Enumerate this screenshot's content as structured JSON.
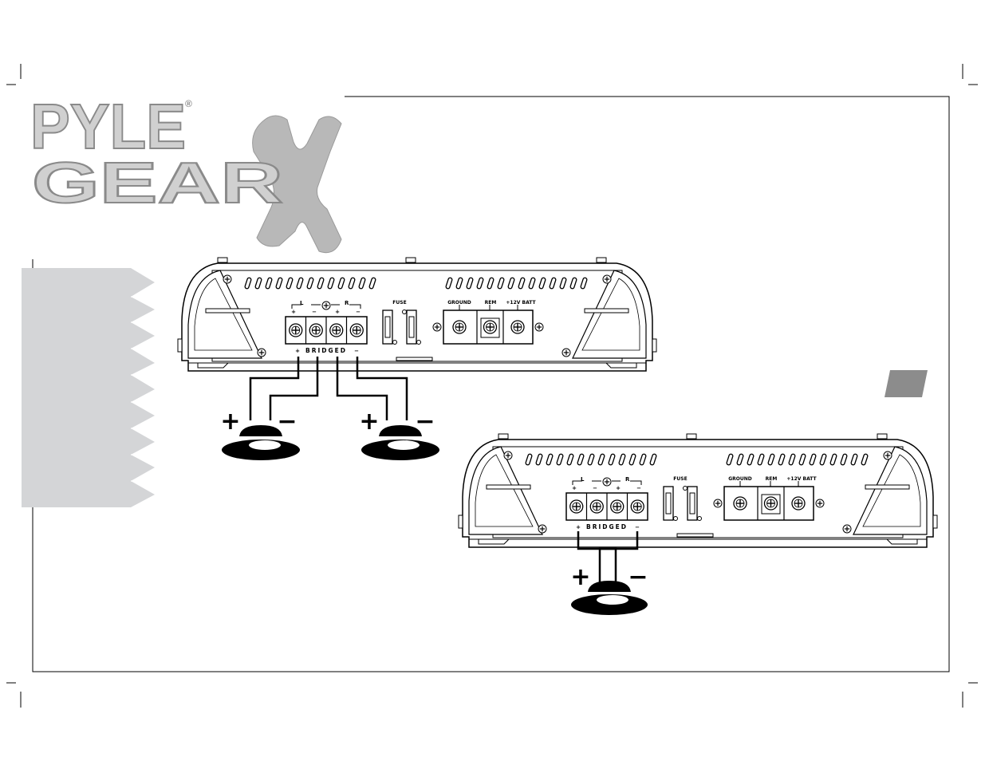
{
  "brand": {
    "line1": "PYLE",
    "registered": "®",
    "line2": "GEAR",
    "mark": "X",
    "color": "#c8c8c8",
    "outline": "#8a8a8a"
  },
  "colors": {
    "frame": "#000000",
    "side_tab": "#d4d5d7",
    "page_badge": "#8c8c8c",
    "amp_fill": "#ffffff"
  },
  "amp_top": {
    "channel_left": "L",
    "channel_right": "R",
    "terminal_signs": [
      "+",
      "−",
      "+",
      "−"
    ],
    "bridged_label": "BRIDGED",
    "bridged_plus": "+",
    "bridged_minus": "−",
    "fuse_label": "FUSE",
    "power_labels": [
      "GROUND",
      "REM",
      "+12V BATT"
    ]
  },
  "amp_bottom": {
    "channel_left": "L",
    "channel_right": "R",
    "terminal_signs": [
      "+",
      "−",
      "+",
      "−"
    ],
    "bridged_label": "BRIDGED",
    "bridged_plus": "+",
    "bridged_minus": "−",
    "fuse_label": "FUSE",
    "power_labels": [
      "GROUND",
      "REM",
      "+12V BATT"
    ]
  },
  "speakers": {
    "plus": "+",
    "minus": "−"
  }
}
